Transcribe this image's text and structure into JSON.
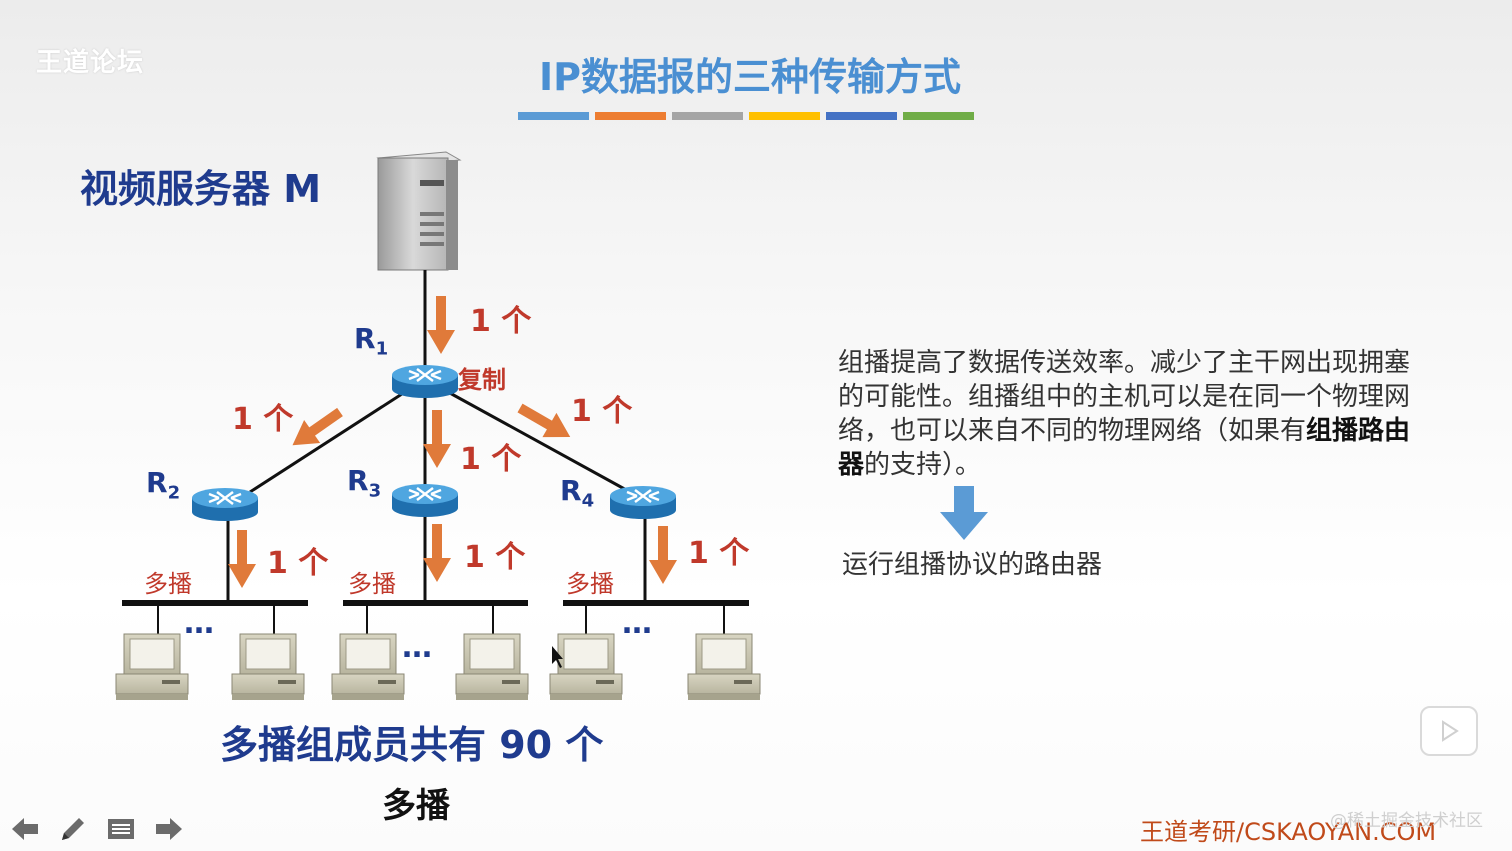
{
  "watermark": {
    "forum": "王道论坛"
  },
  "slide": {
    "title": "IP数据报的三种传输方式"
  },
  "stripe_colors": [
    "#5b9bd5",
    "#ed7d31",
    "#a5a5a5",
    "#ffc000",
    "#4472c4",
    "#70ad47"
  ],
  "diagram": {
    "server_label": "视频服务器 M",
    "routers": [
      {
        "name": "R",
        "sub": "1"
      },
      {
        "name": "R",
        "sub": "2"
      },
      {
        "name": "R",
        "sub": "3"
      },
      {
        "name": "R",
        "sub": "4"
      }
    ],
    "copy_label": "复制",
    "count_label": "1 个",
    "multicast_label": "多播",
    "ellipsis": "…",
    "group_count": "多播组成员共有 90 个",
    "caption": "多播"
  },
  "description": {
    "part1": "组播提高了数据传送效率。减少了主干网出现拥塞的可能性。组播组中的主机可以是在同一个物理网络，也可以来自不同的物理网络（如果有",
    "bold": "组播路由器",
    "part2": "的支持）。",
    "router_note": "运行组播协议的路由器"
  },
  "footer": {
    "brand": "王道考研/CSKAOYAN.COM",
    "juejin": "@稀土掘金技术社区"
  },
  "icons": {
    "nav": [
      "arrow-left-icon",
      "pen-icon",
      "menu-icon",
      "arrow-right-icon"
    ],
    "play": "play-icon"
  },
  "colors": {
    "title": "#4a8fd2",
    "label_blue": "#1f3b8e",
    "arrow_orange": "#e07a3a",
    "count_red": "#c0392b",
    "router_blue": "#2f86c7",
    "brand": "#c04a1a"
  }
}
